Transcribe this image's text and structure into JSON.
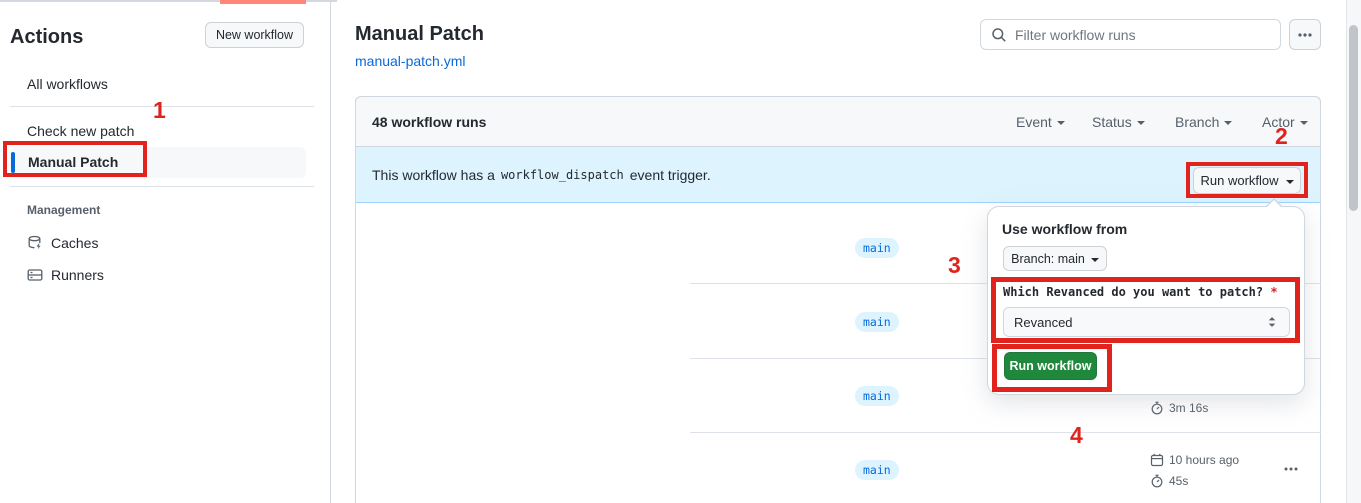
{
  "colors": {
    "annotation_red": "#e0231c",
    "accent_blue": "#0969da",
    "banner_bg": "#ddf4ff",
    "success_green": "#1f883d",
    "top_bar_salmon": "#ff8678"
  },
  "icons": {
    "search": "magnifier",
    "more": "kebab-horizontal",
    "caches": "database-with-bolt",
    "runners": "server-rack",
    "stopwatch": "stopwatch",
    "calendar": "calendar",
    "select_updown": "triangle-up-down",
    "dropdown_caret": "triangle-down"
  },
  "annotations": {
    "step1": "1",
    "step2": "2",
    "step3": "3",
    "step4": "4"
  },
  "sidebar": {
    "title": "Actions",
    "new_workflow_button": "New workflow",
    "all_workflows": "All workflows",
    "check_new_patch": "Check new patch",
    "manual_patch": "Manual Patch",
    "management_header": "Management",
    "caches": "Caches",
    "runners": "Runners"
  },
  "main": {
    "title": "Manual Patch",
    "workflow_file": "manual-patch.yml",
    "filter_placeholder": "Filter workflow runs",
    "runs_count": "48 workflow runs",
    "filters": [
      {
        "label": "Event"
      },
      {
        "label": "Status"
      },
      {
        "label": "Branch"
      },
      {
        "label": "Actor"
      }
    ],
    "banner": {
      "text_before": "This workflow has a",
      "code": "workflow_dispatch",
      "text_after": "event trigger.",
      "run_button": "Run workflow"
    }
  },
  "dialog": {
    "title": "Use workflow from",
    "branch_button": "Branch: main",
    "input_label": "Which Revanced do you want to patch?",
    "required_marker": "*",
    "input_value": "Revanced",
    "run_button": "Run workflow"
  },
  "runs": [
    {
      "branch": "main"
    },
    {
      "branch": "main"
    },
    {
      "branch": "main",
      "duration": "3m 16s"
    },
    {
      "branch": "main",
      "date": "10 hours ago",
      "duration": "45s"
    }
  ]
}
